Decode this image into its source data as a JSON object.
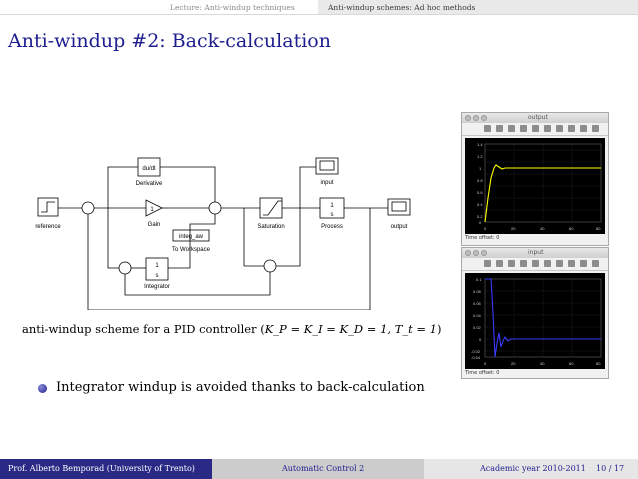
{
  "header": {
    "section": "Lecture: Anti-windup techniques",
    "subsection": "Anti-windup schemes: Ad hoc methods"
  },
  "slide": {
    "title": "Anti-windup #2: Back-calculation",
    "caption_text": "anti-windup scheme for a PID controller (",
    "caption_math": "K_P = K_I = K_D = 1, T_t = 1",
    "caption_end": ")",
    "bullet": "Integrator windup is avoided thanks to back-calculation"
  },
  "diagram": {
    "blocks": {
      "derivative_inner": "du/dt",
      "derivative": "Derivative",
      "gain_inner": "1",
      "gain": "Gain",
      "workspace_inner": "integ_aw",
      "workspace": "To Workspace",
      "integrator_num": "1",
      "integrator_den": "s",
      "integrator": "Integrator",
      "saturation": "Saturation",
      "process_num": "1",
      "process_den": "s",
      "process": "Process",
      "input": "input",
      "reference": "reference",
      "output": "output"
    }
  },
  "scopes": [
    {
      "title": "output",
      "footer": "Time offset: 0",
      "y_ticks": [
        "1.4",
        "1.2",
        "1",
        "0.8",
        "0.6",
        "0.4",
        "0.2",
        "0"
      ],
      "x_ticks": [
        "0",
        "20",
        "40",
        "60",
        "80"
      ],
      "color": "#ffff00"
    },
    {
      "title": "input",
      "footer": "Time offset: 0",
      "y_ticks": [
        "0.1",
        "0.08",
        "0.06",
        "0.04",
        "0.02",
        "0",
        "-0.02",
        "-0.04"
      ],
      "x_ticks": [
        "0",
        "20",
        "40",
        "60",
        "80"
      ],
      "color": "#3a3aff"
    }
  ],
  "footer": {
    "author": "Prof. Alberto Bemporad (University of Trento)",
    "course": "Automatic Control 2",
    "year": "Academic year 2010-2011",
    "page": "10 / 17"
  }
}
